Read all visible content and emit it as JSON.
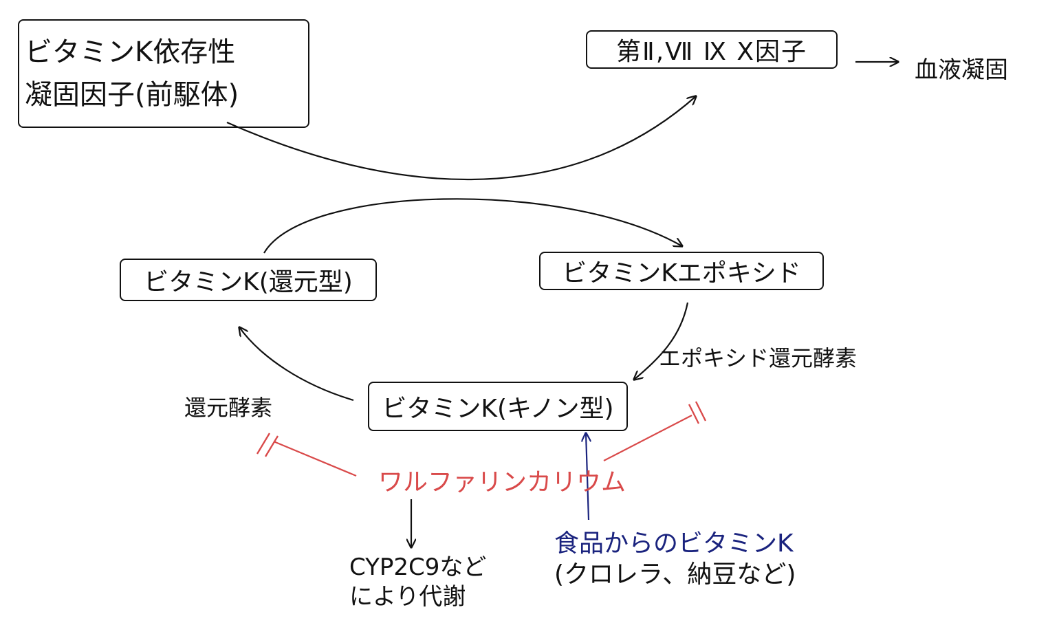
{
  "nodes": {
    "precursor": {
      "lines": [
        "ビタミンK依存性",
        "凝固因子(前駆体)"
      ]
    },
    "factors": {
      "text": "第Ⅱ,Ⅶ Ⅸ Ⅹ因子"
    },
    "coagulation": {
      "text": "血液凝固"
    },
    "reduced": {
      "text": "ビタミンK(還元型)"
    },
    "epoxide": {
      "text": "ビタミンKエポキシド"
    },
    "quinone": {
      "text": "ビタミンK(キノン型)"
    },
    "warfarin": {
      "text": "ワルファリンカリウム"
    },
    "cyp": {
      "lines": [
        "CYP2C9など",
        "により代謝"
      ]
    },
    "food": {
      "lines": [
        "食品からのビタミンK",
        "(クロレラ、納豆など)"
      ]
    }
  },
  "edges": {
    "epoxide_reductase": {
      "text": "エポキシド還元酵素"
    },
    "reductase": {
      "text": "還元酵素"
    }
  },
  "colors": {
    "ink": "#111111",
    "warfarin": "#d94a4a",
    "food": "#1a237e"
  }
}
